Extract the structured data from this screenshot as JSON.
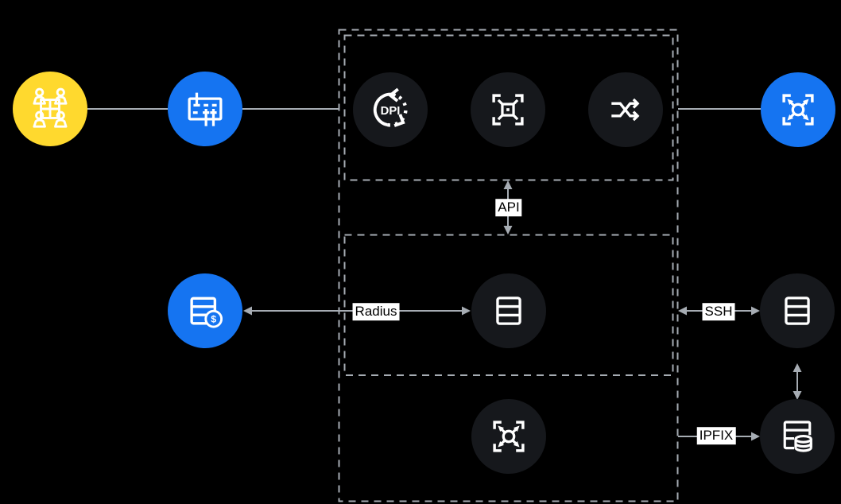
{
  "diagram": {
    "connection_labels": {
      "api": "API",
      "radius": "Radius",
      "ssh": "SSH",
      "ipfix": "IPFIX"
    },
    "node_badges": {
      "dpi": "DPI",
      "currency": "$"
    },
    "colors": {
      "background": "#000000",
      "node_dark": "#16181C",
      "node_blue": "#1574F1",
      "node_yellow": "#FFD92E",
      "icon_stroke": "#FFFFFF",
      "line_gray": "#A6ACB3",
      "label_bg": "#FFFFFF",
      "label_text": "#000000"
    },
    "nodes": [
      {
        "id": "subscribers",
        "icon": "users-group-icon",
        "fill": "#FFD92E"
      },
      {
        "id": "access-switch",
        "icon": "switch-icon",
        "fill": "#1574F1"
      },
      {
        "id": "dpi-engine",
        "icon": "dpi-cycle-icon",
        "fill": "#16181C"
      },
      {
        "id": "platform-core",
        "icon": "frame-target-icon",
        "fill": "#16181C"
      },
      {
        "id": "traffic-steering",
        "icon": "shuffle-icon",
        "fill": "#16181C"
      },
      {
        "id": "edge-router",
        "icon": "route-arrows-icon",
        "fill": "#1574F1"
      },
      {
        "id": "billing-system",
        "icon": "server-dollar-icon",
        "fill": "#1574F1"
      },
      {
        "id": "radius-server",
        "icon": "server-stack-icon",
        "fill": "#16181C"
      },
      {
        "id": "ssh-managed-device",
        "icon": "server-stack-icon",
        "fill": "#16181C"
      },
      {
        "id": "collector",
        "icon": "route-arrows-icon",
        "fill": "#16181C"
      },
      {
        "id": "flow-database",
        "icon": "server-database-icon",
        "fill": "#16181C"
      }
    ]
  }
}
